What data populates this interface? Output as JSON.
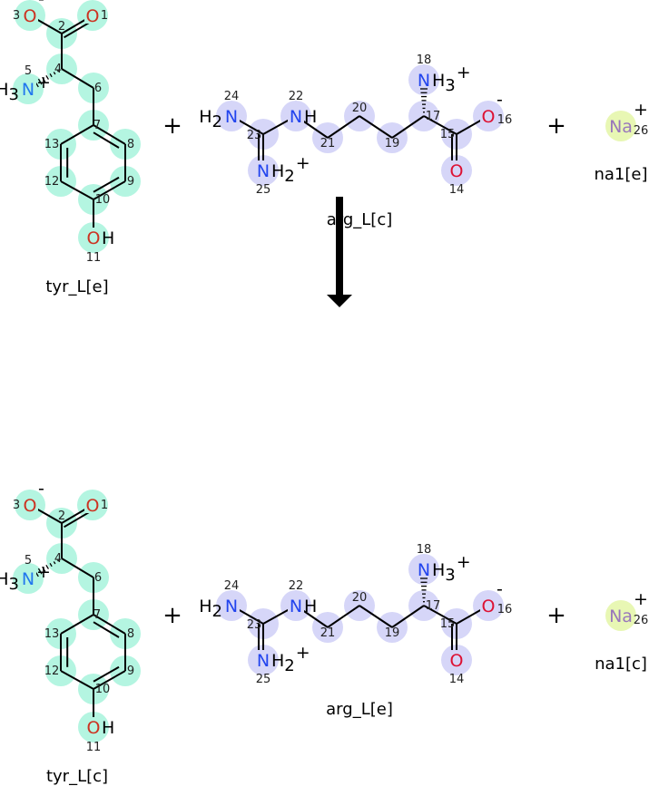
{
  "reaction": {
    "reactants": {
      "tyr": {
        "name": "tyr_L[e]"
      },
      "arg": {
        "name": "arg_L[c]"
      },
      "na": {
        "name": "na1[e]"
      }
    },
    "products": {
      "tyr": {
        "name": "tyr_L[c]"
      },
      "arg": {
        "name": "arg_L[e]"
      },
      "na": {
        "name": "na1[c]"
      }
    },
    "plus_sign": "+"
  },
  "molecules": {
    "tyr": {
      "highlight_color": "#b4f5e1",
      "atoms": [
        {
          "num": "1",
          "sym": "O",
          "color": "#cc3322"
        },
        {
          "num": "2",
          "sym": ""
        },
        {
          "num": "3",
          "sym": "O",
          "color": "#cc3322",
          "charge": "-"
        },
        {
          "num": "4",
          "sym": ""
        },
        {
          "num": "5",
          "sym": "N",
          "color": "#2277ee",
          "pre": "H3",
          "charge": "+"
        },
        {
          "num": "6",
          "sym": ""
        },
        {
          "num": "7",
          "sym": ""
        },
        {
          "num": "8",
          "sym": ""
        },
        {
          "num": "9",
          "sym": ""
        },
        {
          "num": "10",
          "sym": ""
        },
        {
          "num": "11",
          "sym": "O",
          "color": "#cc3322",
          "post": "H"
        },
        {
          "num": "12",
          "sym": ""
        },
        {
          "num": "13",
          "sym": ""
        }
      ]
    },
    "arg": {
      "highlight_color": "#d6d6f8",
      "atoms": [
        {
          "num": "14",
          "sym": "O",
          "color": "#dd1133"
        },
        {
          "num": "15",
          "sym": ""
        },
        {
          "num": "16",
          "sym": "O",
          "color": "#dd1133",
          "charge": "-"
        },
        {
          "num": "17",
          "sym": ""
        },
        {
          "num": "18",
          "sym": "N",
          "color": "#2244ee",
          "post": "H3",
          "charge": "+"
        },
        {
          "num": "19",
          "sym": ""
        },
        {
          "num": "20",
          "sym": ""
        },
        {
          "num": "21",
          "sym": ""
        },
        {
          "num": "22",
          "sym": "N",
          "color": "#2244ee",
          "post": "H"
        },
        {
          "num": "23",
          "sym": ""
        },
        {
          "num": "24",
          "sym": "N",
          "color": "#2244ee",
          "pre": "H2"
        },
        {
          "num": "25",
          "sym": "N",
          "color": "#2244ee",
          "post": "H2",
          "charge": "+"
        }
      ]
    },
    "na": {
      "highlight_color": "#e8f7b4",
      "atoms": [
        {
          "num": "26",
          "sym": "Na",
          "color": "#9977bb",
          "charge": "+"
        }
      ]
    }
  }
}
